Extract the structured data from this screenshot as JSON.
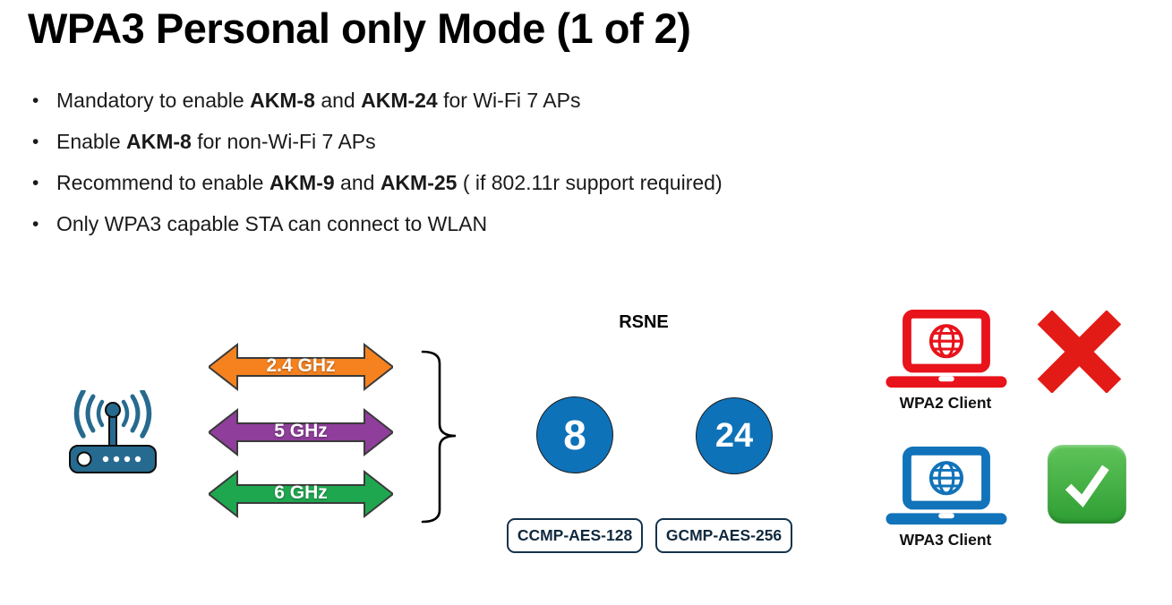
{
  "slide": {
    "title": "WPA3 Personal only Mode (1 of 2)",
    "bullet_char": "•",
    "bullets": [
      {
        "segments": [
          "Mandatory to enable ",
          "AKM-8",
          " and ",
          "AKM-24",
          " for Wi-Fi 7 APs"
        ]
      },
      {
        "segments": [
          "Enable ",
          "AKM-8",
          " for non-Wi-Fi 7 APs"
        ]
      },
      {
        "segments": [
          "Recommend to enable ",
          "AKM-9",
          " and ",
          "AKM-25",
          " ( if 802.11r support required)"
        ]
      },
      {
        "segments": [
          "Only WPA3 capable STA can connect to WLAN"
        ]
      }
    ]
  },
  "diagram": {
    "bands": [
      {
        "label": "2.4 GHz"
      },
      {
        "label": "5 GHz"
      },
      {
        "label": "6 GHz"
      }
    ],
    "rsne_label": "RSNE",
    "akm_suites": [
      "8",
      "24"
    ],
    "cipher_suites": [
      "CCMP-AES-128",
      "GCMP-AES-256"
    ],
    "clients": [
      {
        "label": "WPA2 Client",
        "result_icon": "cross-mark-icon"
      },
      {
        "label": "WPA3 Client",
        "result_icon": "check-mark-icon"
      }
    ]
  },
  "colors": {
    "orange_band": "#F5821F",
    "purple_band": "#8F3E9B",
    "green_band": "#1FA750",
    "akm_circle_blue": "#0E72B9",
    "router_teal": "#266A8F",
    "wpa2_red": "#E8131B",
    "cross_red": "#E31B17",
    "wpa3_blue": "#1173B9",
    "check_green_top": "#5FC45A",
    "check_green_bottom": "#2E9E33",
    "box_border_navy": "#14324C"
  }
}
